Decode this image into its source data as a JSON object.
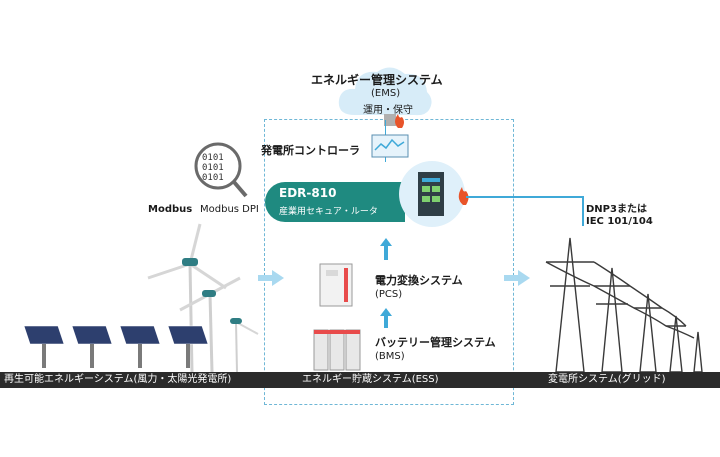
{
  "ems": {
    "title": "エネルギー管理システム",
    "abbr": "(EMS)",
    "desc": "運用・保守"
  },
  "controller": {
    "label": "発電所コントローラ"
  },
  "router": {
    "model": "EDR-810",
    "desc": "産業用セキュア・ルータ"
  },
  "protocols": {
    "modbus": "Modbus",
    "modbus_dpi": "Modbus DPI",
    "dnp3_line1": "DNP3または",
    "dnp3_line2": "IEC 101/104"
  },
  "pcs": {
    "title": "電力変換システム",
    "abbr": "(PCS)"
  },
  "bms": {
    "title": "バッテリー管理システム",
    "abbr": "(BMS)"
  },
  "sections": {
    "renewable": "再生可能エネルギーシステム(風力・太陽光発電所)",
    "ess": "エネルギー貯蔵システム(ESS)",
    "grid": "変電所システム(グリッド)"
  },
  "icons": {
    "cloud": "cloud-icon",
    "firewall": "firewall-flame-icon",
    "controller": "controller-monitor-icon",
    "switch": "industrial-router-icon",
    "dpi": "magnifier-binary-icon",
    "wind": "wind-turbine-icon",
    "solar": "solar-panel-icon",
    "battery": "battery-cabinet-icon",
    "pcs": "power-converter-icon",
    "tower": "transmission-tower-icon"
  },
  "colors": {
    "accent": "#3fa9d8",
    "router": "#1f8a80",
    "flame": "#e8542a",
    "bar": "#2b2b2b"
  }
}
